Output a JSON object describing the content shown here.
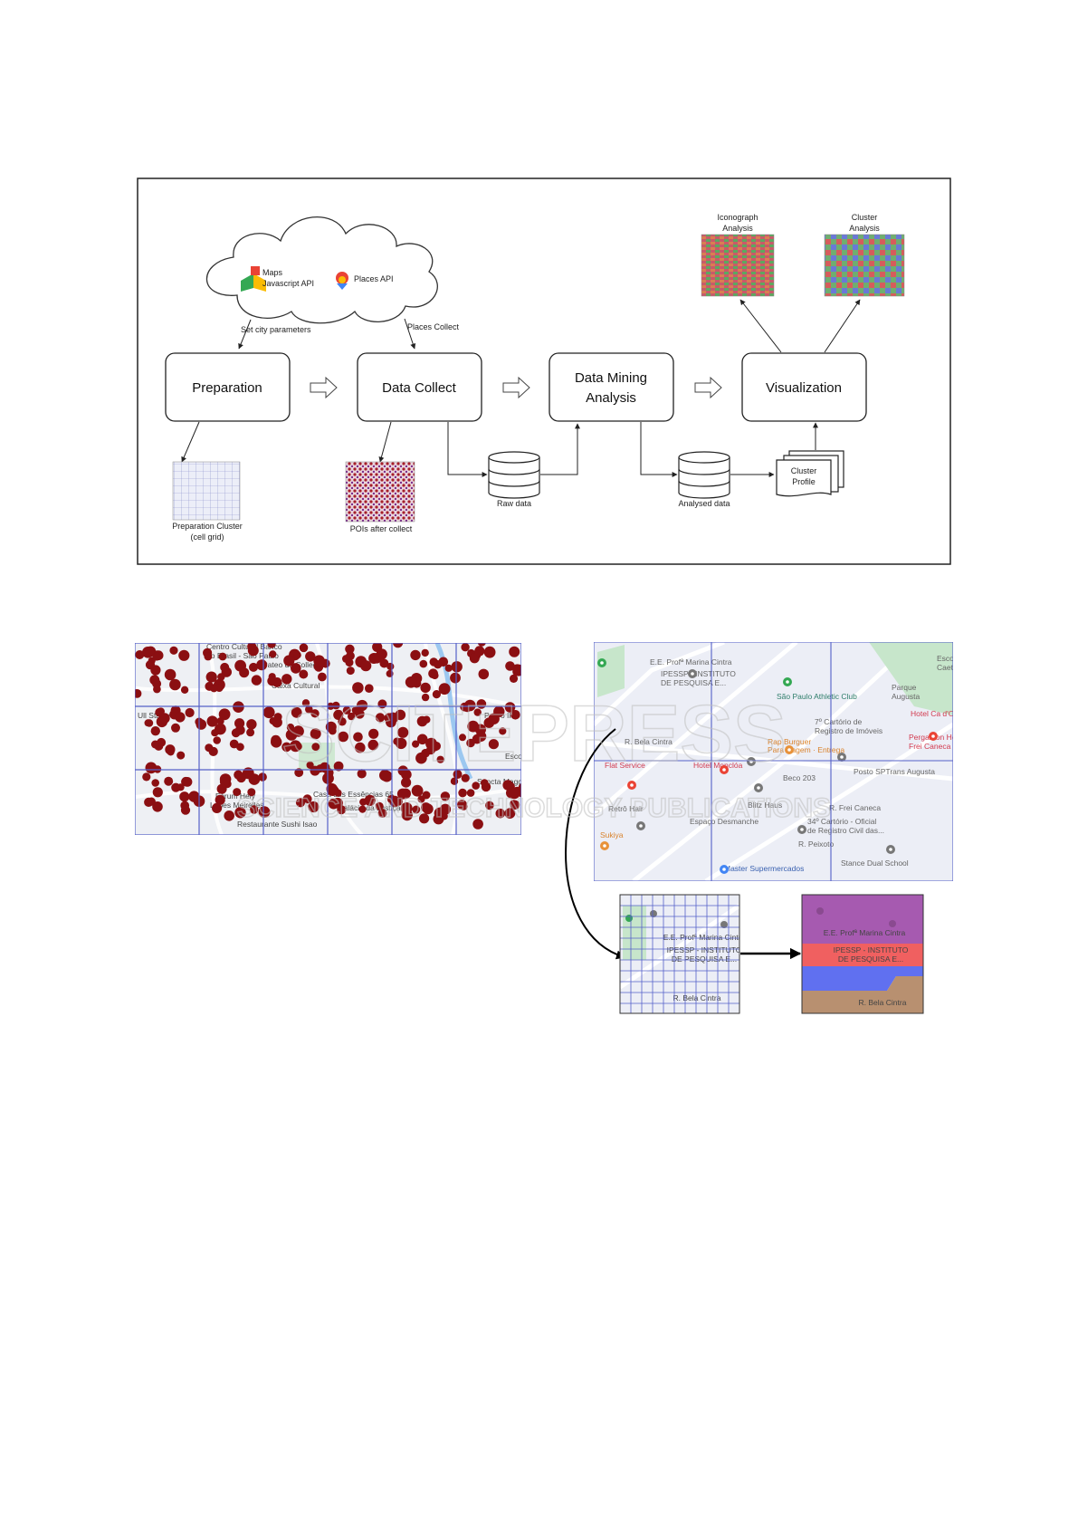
{
  "cloud": {
    "maps_api_line1": "Maps",
    "maps_api_line2": "Javascript API",
    "places_api": "Places API"
  },
  "arrows": {
    "set_city_parameters": "Set city parameters",
    "places_collect": "Places Collect"
  },
  "stages": [
    {
      "line1": "Preparation",
      "line2": ""
    },
    {
      "line1": "Data Collect",
      "line2": ""
    },
    {
      "line1": "Data Mining",
      "line2": "Analysis"
    },
    {
      "line1": "Visualization",
      "line2": ""
    }
  ],
  "outputs": {
    "iconograph_line1": "Iconograph",
    "iconograph_line2": "Analysis",
    "cluster_line1": "Cluster",
    "cluster_line2": "Analysis",
    "prep_cluster_line1": "Preparation Cluster",
    "prep_cluster_line2": "(cell grid)",
    "pois_after_collect": "POIs after collect",
    "raw_data": "Raw data",
    "analysed_data": "Analysed data",
    "cluster_profile_line1": "Cluster",
    "cluster_profile_line2": "Profile"
  },
  "left_map_labels": [
    "Centro Cultural Banco",
    "do Brasil - São Paulo",
    "Pateo do Collegio",
    "Caixa Cultural",
    "Ull Station",
    "Fórum Hely",
    "Lopes Meirelles",
    "Casa das Essências 65",
    "Palácio da Justiça",
    "Restaurante Sushi Isao",
    "Pedro II",
    "Sancta Maggiore",
    "Escola"
  ],
  "right_map_labels": [
    "E.E. Profª Marina Cintra",
    "IPESSP - INSTITUTO",
    "DE PESQUISA E...",
    "São Paulo Athletic Club",
    "Parque",
    "Augusta",
    "Hotel Ca d'Oro",
    "7º Cartório de",
    "Registro de Imóveis",
    "Rap Burguer",
    "Para viagem · Entrega",
    "Pergamon Hotel",
    "Frei Caneca Managed...",
    "Flat Service",
    "Hotel Monclóa",
    "Beco 203",
    "Posto SPTrans Augusta",
    "Retrô Hair",
    "Blitz Haus",
    "Espaço Desmanche",
    "34º Cartório - Oficial",
    "de Registro Civil das...",
    "Sukiya",
    "Master Supermercados",
    "Stance Dual School",
    "R. Bela Cintra",
    "R. Frei Caneca",
    "R. Peixoto",
    "Escola",
    "Caetano de"
  ],
  "zoom_small_labels": [
    "E.E. Profª Marina Cintra",
    "IPESSP - INSTITUTO",
    "DE PESQUISA E...",
    "R. Bela Cintra"
  ],
  "zoom_colored_labels": [
    "E.E. Profª Marina Cintra",
    "IPESSP - INSTITUTO",
    "DE PESQUISA E...",
    "R. Bela Cintra"
  ],
  "watermark": {
    "big": "SCITEPRESS",
    "small": "SCIENCE AND TECHNOLOGY PUBLICATIONS"
  },
  "colors": {
    "poi_dot": "#8b0f12",
    "grid_line": "#5560c8",
    "cluster_purple": "#a65ab0",
    "cluster_red": "#f06060",
    "cluster_blue": "#6070f0",
    "cluster_brown": "#b89070"
  }
}
